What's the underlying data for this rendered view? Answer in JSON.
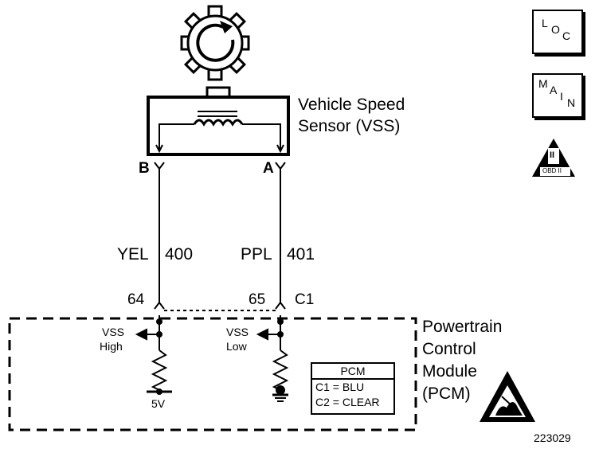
{
  "sensor": {
    "name_line1": "Vehicle Speed",
    "name_line2": "Sensor (VSS)"
  },
  "terminals": {
    "b": "B",
    "a": "A"
  },
  "wires": [
    {
      "color": "YEL",
      "circuit": "400"
    },
    {
      "color": "PPL",
      "circuit": "401"
    }
  ],
  "pins": {
    "left": "64",
    "right": "65",
    "connector": "C1"
  },
  "pcm": {
    "name_line1": "Powertrain",
    "name_line2": "Control",
    "name_line3": "Module",
    "name_line4": "(PCM)",
    "vss_high_line1": "VSS",
    "vss_high_line2": "High",
    "vss_low_line1": "VSS",
    "vss_low_line2": "Low",
    "supply": "5V"
  },
  "connector_table": {
    "title": "PCM",
    "rows": [
      "C1 = BLU",
      "C2 = CLEAR"
    ]
  },
  "side_icons": {
    "loc": [
      "L",
      "O",
      "C"
    ],
    "main": [
      "M",
      "A",
      "I",
      "N"
    ],
    "obd": "OBD II",
    "obd_symbol": "II"
  },
  "figure_number": "223029"
}
